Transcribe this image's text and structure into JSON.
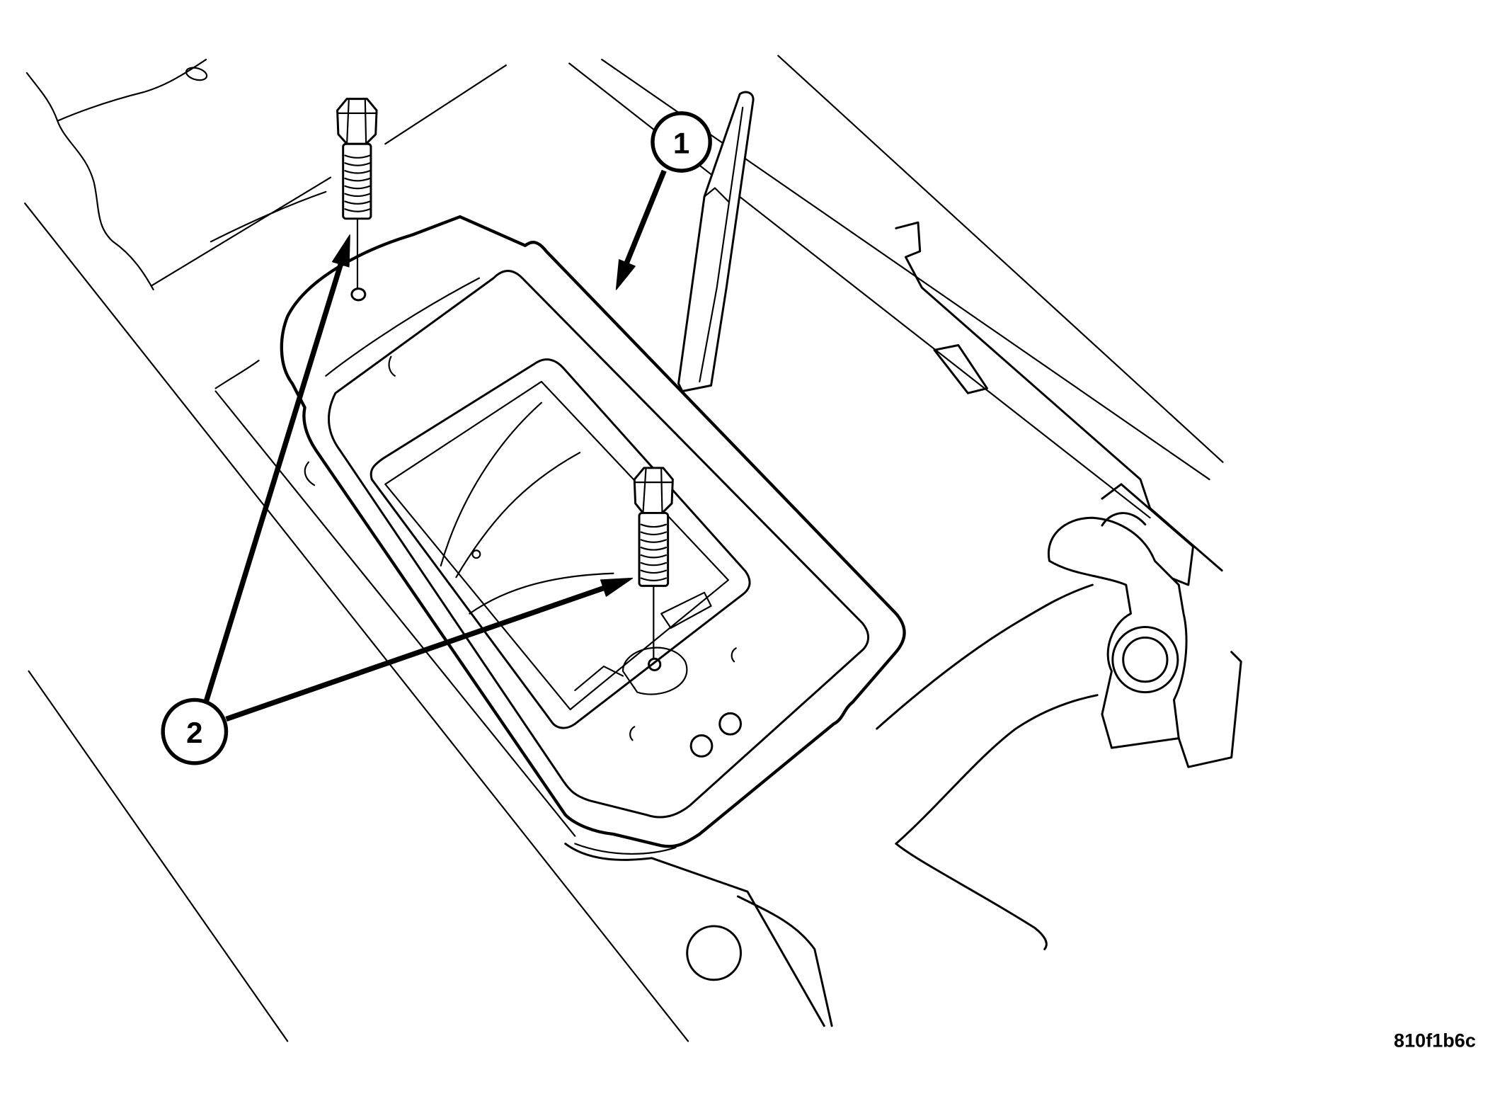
{
  "diagram": {
    "callouts": [
      {
        "label": "1"
      },
      {
        "label": "2"
      }
    ],
    "figure_id": "810f1b6c"
  },
  "colors": {
    "line": "#000000",
    "background": "#ffffff"
  }
}
